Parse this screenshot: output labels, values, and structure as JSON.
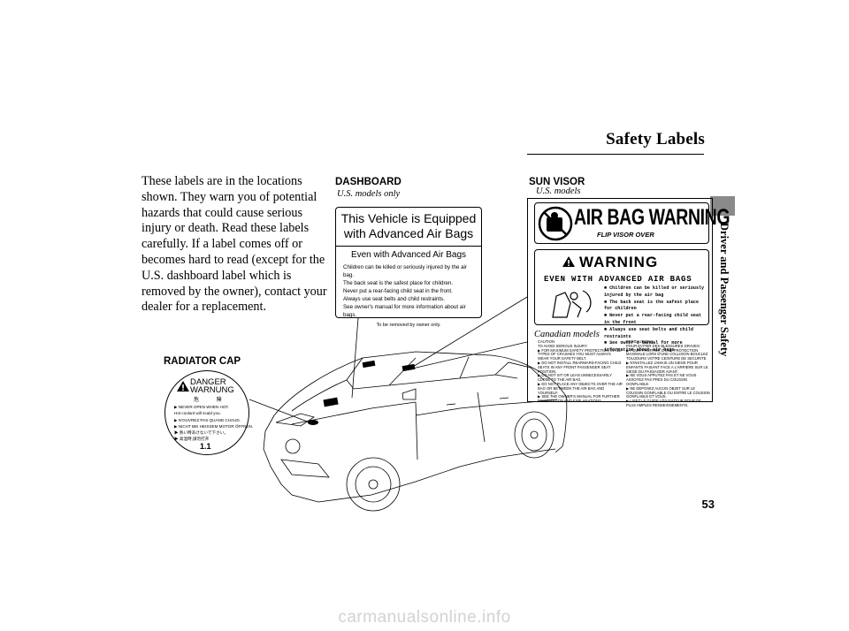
{
  "section_title": "Safety Labels",
  "side_tab_text": "Driver and Passenger Safety",
  "intro_text": "These labels are in the locations shown. They warn you of potential hazards that could cause serious injury or death. Read these labels carefully. If a label comes off or becomes hard to read (except for the U.S. dashboard label which is removed by the owner), contact your dealer for a replacement.",
  "dashboard": {
    "heading": "DASHBOARD",
    "subheading": "U.S. models only",
    "label_title": "This Vehicle is Equipped with Advanced Air Bags",
    "label_subtitle": "Even with Advanced Air Bags",
    "label_lines": [
      "Children can be killed or seriously injured by the air bag.",
      "The back seat is the safest place for children.",
      "Never put a rear-facing child seat in the front.",
      "Always use seat belts and child restraints.",
      "See owner's manual for more information about air bags."
    ],
    "label_footer": "To be removed by owner only."
  },
  "sun_visor": {
    "heading": "SUN VISOR",
    "us_caption": "U.S. models",
    "airbag_warning": "AIR BAG WARNING",
    "flip_text": "FLIP VISOR OVER",
    "warning_title": "WARNING",
    "warning_subtitle": "EVEN WITH ADVANCED AIR BAGS",
    "warning_lines": [
      "Children can be killed or seriously injured by the air bag",
      "The back seat is the safest place for children",
      "Never put a rear-facing child seat in the front",
      "Always use seat belts and child restraints",
      "See owner's manual for more information about air bags"
    ],
    "canadian_caption": "Canadian models",
    "caution_en": "CAUTION\nTO AVOID SERIOUS INJURY:\n▶ FOR MAXIMUM SAFETY PROTECTION IN ALL TYPES OF CRASHES YOU MUST ALWAYS WEAR YOUR SAFETY BELT.\n▶ DO NOT INSTALL REARWARD-FACING CHILD SEATS IN ANY FRONT PASSENGER SEAT POSITION.\n▶ DO NOT SIT OR LEAN UNNECESSARILY CLOSE TO THE AIR BAG.\n▶ DO NOT PLACE ANY OBJECTS OVER THE AIR BAG OR BETWEEN THE AIR BAG AND YOURSELF.\n▶ SEE THE OWNER'S MANUAL FOR FURTHER INFORMATION AND EXPLANATIONS.",
    "caution_fr": "PRECAUTIONS:\nPOUR EVITER DES BLESSURES GRAVES:\n▶ POUR PROFITER D'UNE PROTECTION MAXIMALE LORS D'UNE COLLISION BOUCLEZ TOUJOURS VOTRE CEINTURE DE SECURITE.\n▶ N'INSTALLEZ JAMAIS UN SIEGE POUR ENFANTS FAISANT FACE A L'ARRIERE SUR LE SIEGE DU PASSAGER AVANT.\n▶ NE VOUS APPUYEZ PAS ET NE VOUS ASSOYEZ PAS PRES DU COUSSIN GONFLABLE.\n▶ NE DEPOSEZ AUCUN OBJET SUR LE COUSSIN GONFLABLE OU ENTRE LE COUSSIN GONFLABLE ET VOUS.\n▶ LISEZ LE GUIDE UTILISATEUR POUR DE PLUS AMPLES RENSEIGNEMENTS."
  },
  "radiator_cap": {
    "heading": "RADIATOR CAP",
    "danger": "DANGER",
    "warning": "WARNUNG",
    "kanji": "危 険",
    "lines": [
      "▶ NEVER OPEN WHEN HOT.",
      "   Hot coolant will scald you.",
      "▶ N'OUVREZ PAS QUAND CHAUD.",
      "▶ NICHT BEI HEISSEM MOTOR ÖFFNEN.",
      "▶ 熱い時あけないで下さい。",
      "▶ 高温時,請勿打开"
    ],
    "pressure": "1.1"
  },
  "page_number": "53",
  "watermark": "carmanualsonline.info"
}
